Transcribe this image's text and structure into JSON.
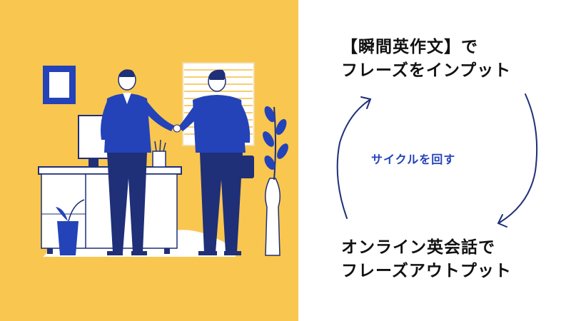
{
  "heading_top": {
    "line1": "【瞬間英作文】で",
    "line2": "フレーズをインプット"
  },
  "cycle_label": "サイクルを回す",
  "heading_bottom": {
    "line1": "オンライン英会話で",
    "line2": "フレーズアウトプット"
  },
  "colors": {
    "background_yellow": "#f9c64f",
    "navy": "#1f2f78",
    "royal_blue": "#2443b8",
    "text": "#111111"
  },
  "icons": [
    "left-curved-arrow-icon",
    "right-curved-arrow-icon"
  ]
}
